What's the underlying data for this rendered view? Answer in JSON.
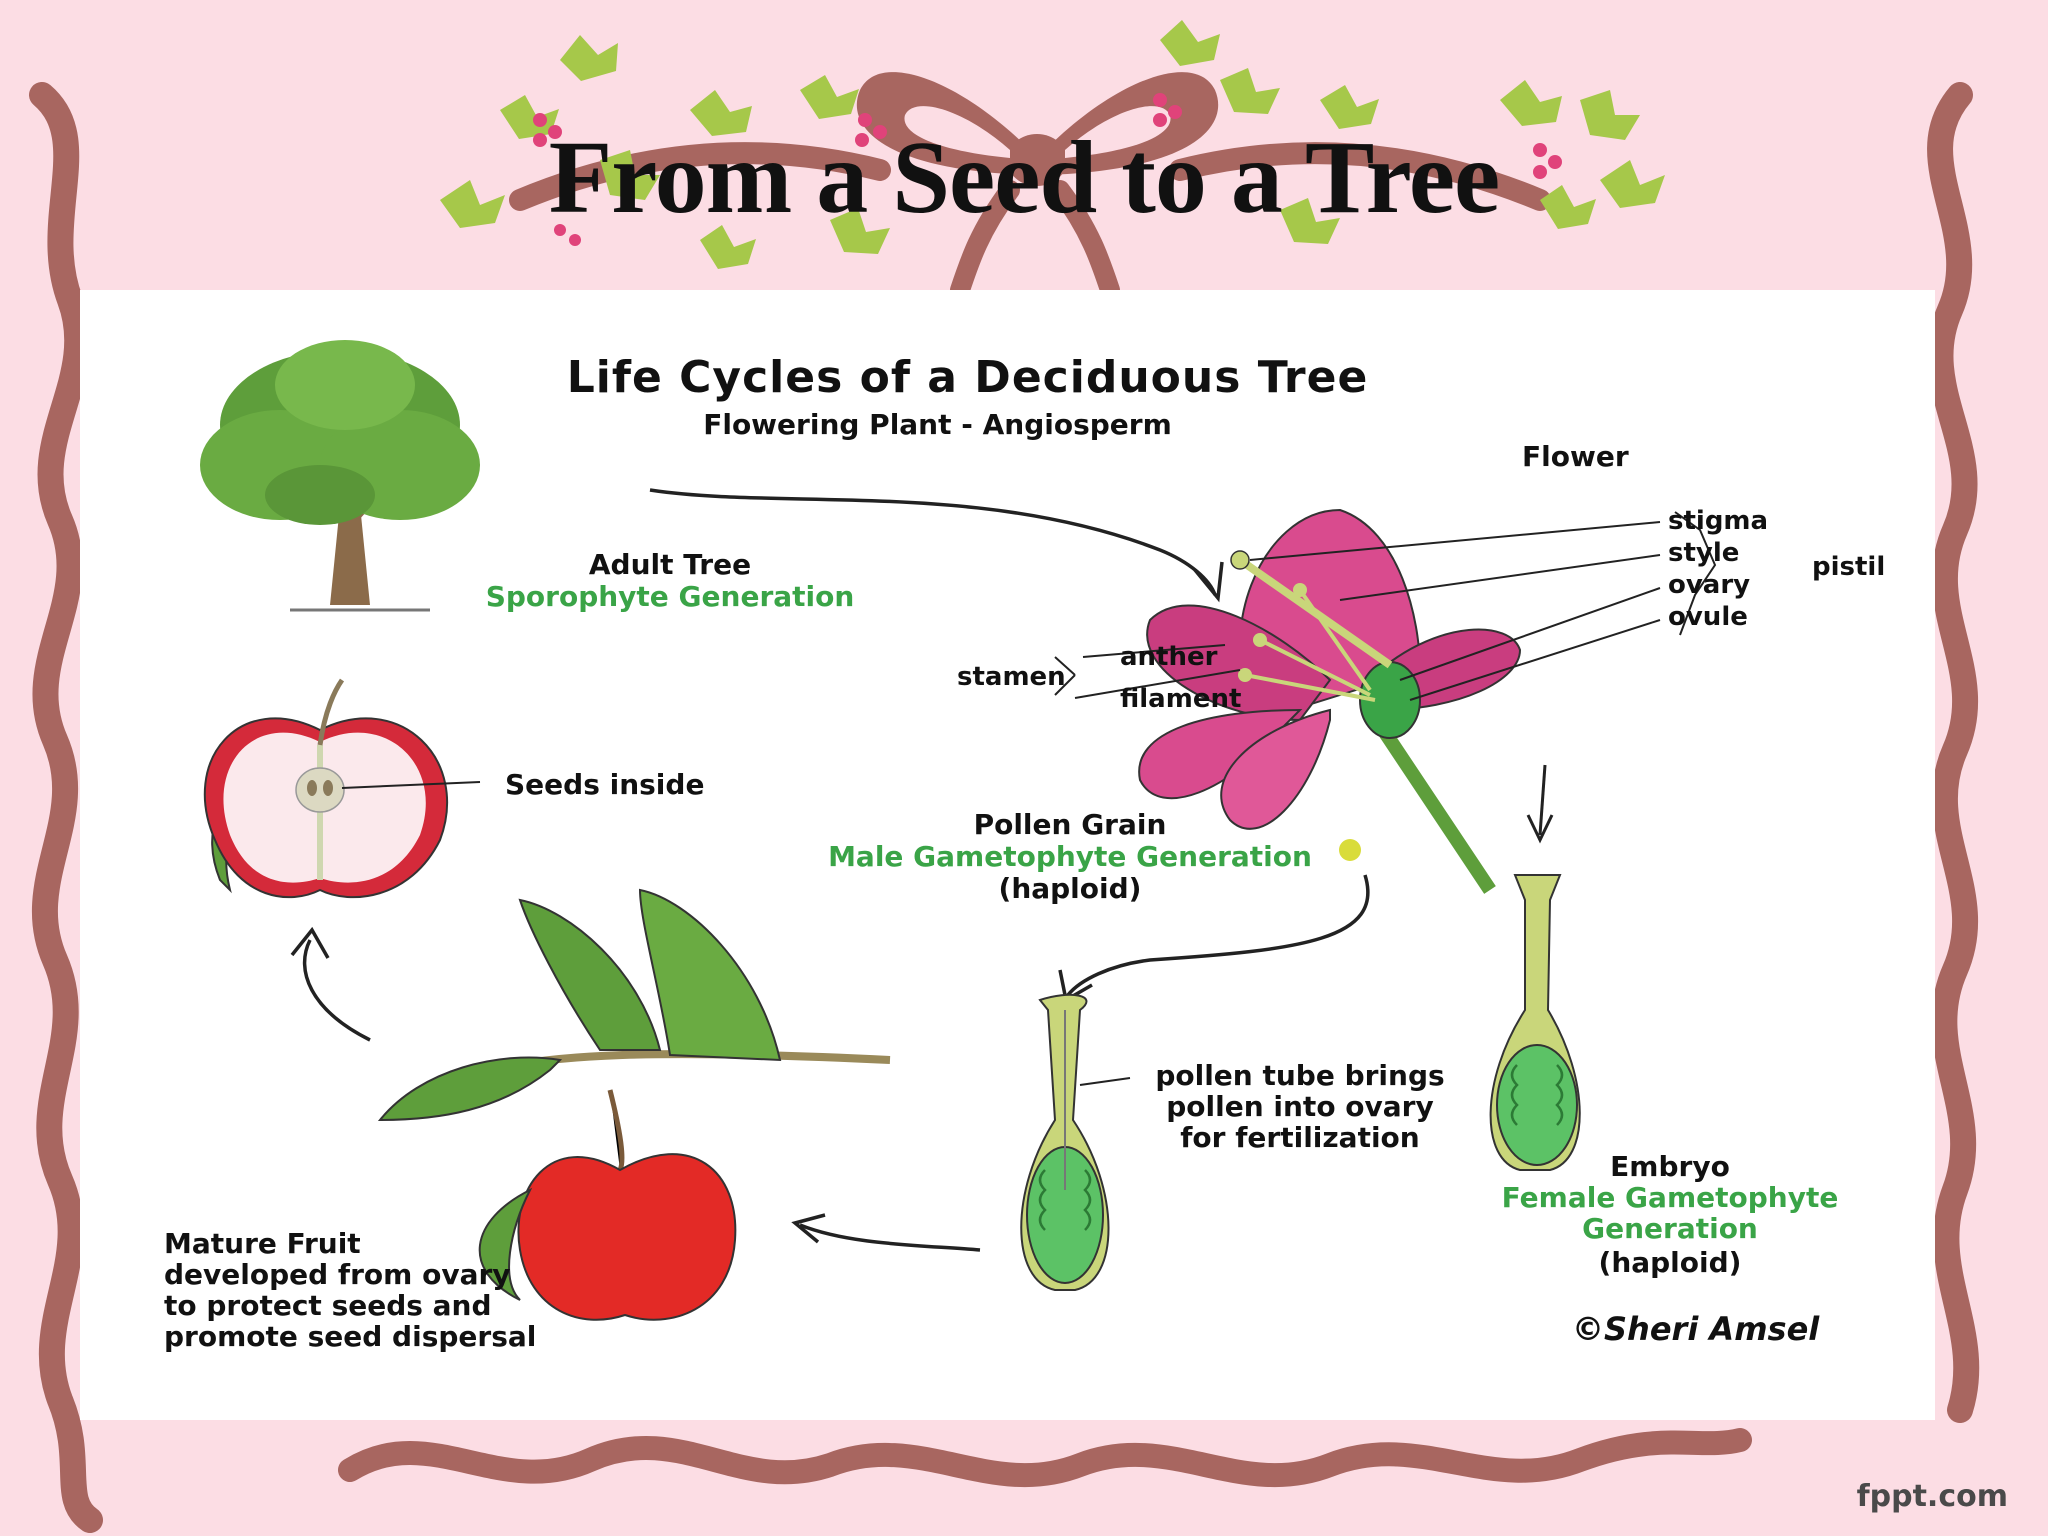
{
  "slide": {
    "title": "From a Seed to a Tree",
    "watermark": "fppt.com"
  },
  "diagram": {
    "title": "Life Cycles of a Deciduous Tree",
    "subtitle": "Flowering Plant - Angiosperm",
    "adult_tree": {
      "label": "Adult Tree",
      "generation": "Sporophyte Generation"
    },
    "flower": {
      "label": "Flower",
      "stigma": "stigma",
      "style": "style",
      "ovary": "ovary",
      "ovule": "ovule",
      "pistil": "pistil",
      "stamen": "stamen",
      "anther": "anther",
      "filament": "filament"
    },
    "seeds": {
      "label": "Seeds inside"
    },
    "pollen": {
      "label": "Pollen Grain",
      "generation": "Male Gametophyte Generation",
      "ploidy": "(haploid)"
    },
    "pollen_tube": {
      "text": "pollen tube brings\npollen into ovary\nfor fertilization"
    },
    "embryo": {
      "label": "Embryo",
      "generation": "Female Gametophyte\nGeneration",
      "ploidy": "(haploid)"
    },
    "mature_fruit": {
      "text": "Mature Fruit\ndeveloped from ovary\nto protect seeds and\npromote seed dispersal"
    },
    "credit": "©Sheri Amsel"
  },
  "colors": {
    "background": "#fcdde4",
    "ribbon": "#a86660",
    "holly": "#a6c84a",
    "berry": "#e0437a",
    "generation_text": "#3aa447",
    "flower": "#d94b8e",
    "apple": "#e32a26"
  }
}
